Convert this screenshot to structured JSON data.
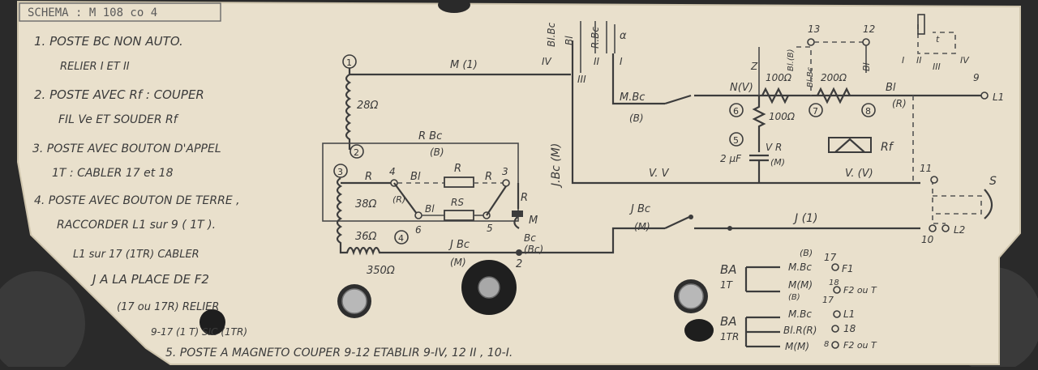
{
  "header": "SCHEMA : M 108 co 4",
  "notes": [
    {
      "line": "1. POSTE BC NON AUTO.",
      "sub": [
        "RELIER I ET II"
      ]
    },
    {
      "line": "2. POSTE AVEC Rf : COUPER",
      "sub": [
        "FIL Ve ET SOUDER Rf"
      ]
    },
    {
      "line": "3. POSTE AVEC BOUTON D'APPEL",
      "sub": [
        "1T : CABLER 17 et 18"
      ]
    },
    {
      "line": "4. POSTE AVEC BOUTON DE TERRE ,",
      "sub": [
        "RACCORDER L1 sur 9 ( 1T ).",
        "L1 sur 17 (1TR) CABLER",
        "J A LA PLACE DE F2",
        "(17 ou 17R) RELIER",
        "9-17 (1 T) SIC (1TR)"
      ]
    },
    {
      "line": "5. POSTE A MAGNETO COUPER 9-12 ETABLIR 9-IV, 12 II , 10-I."
    }
  ],
  "colors": {
    "paper": "#e9e0cc",
    "ink": "#3c3c3c",
    "frame": "#2a2a2a",
    "knob": "#b8b8b8"
  },
  "labels": {
    "n1": "1",
    "n2": "2",
    "n3": "3",
    "n4": "4",
    "n5": "5",
    "n6": "6",
    "n7": "7",
    "n8": "8",
    "m1": "M (1)",
    "r28": "28Ω",
    "r38": "38Ω",
    "r36": "36Ω",
    "r350": "350Ω",
    "rbc": "R Bc",
    "b_paren": "(B)",
    "r_a": "R",
    "r_b": "R",
    "r_c": "R",
    "r_d": "R",
    "pt4": "4",
    "pt6": "6",
    "pt5": "5",
    "pt3": "3",
    "bl1": "Bl",
    "bl2": "Bl",
    "rs": "RS",
    "ir": "(R)",
    "jbc_m": "J.Bc (M)",
    "jbc_low": "J Bc",
    "m_low": "(M)",
    "bc_low": "Bc",
    "bc2": "(Bc)",
    "m_lbl": "M",
    "iv": "IV",
    "iii": "III",
    "ii": "II",
    "i": "I",
    "alpha": "α",
    "blbc": "Bl.Bc",
    "bl_top": "Bl",
    "rbc_top": "R.Bc",
    "mbc": "M.Bc",
    "b_mbc": "(B)",
    "z": "Z",
    "nv": "N(V)",
    "r100a": "100Ω",
    "r200": "200Ω",
    "r100b": "100Ω",
    "bl3": "Bl",
    "r_paren": "(R)",
    "n9": "9",
    "l1": "L1",
    "n13": "13",
    "n12": "12",
    "blb": "Bl.(B)",
    "blbc2": "Bl.Bc",
    "blr": "Bl",
    "vr": "V R",
    "m_paren2": "(M)",
    "cap": "2 μF",
    "rf": "Rf",
    "vv": "V. V",
    "vv2": "V. (V)",
    "n11": "11",
    "s": "S",
    "jbc_r": "J Bc",
    "m_r": "(M)",
    "j1": "J (1)",
    "n10": "10",
    "l2": "L2",
    "ba1": "BA",
    "t1": "1T",
    "ba2": "BA",
    "t2": "1TR",
    "b17": "(B)",
    "n17a": "17",
    "mbc2": "M.Bc",
    "f1": "F1",
    "mm1": "M(M)",
    "n18a": "18",
    "f2a": "F2 ou T",
    "b17b": "(B)",
    "n17b": "17",
    "mbc3": "M.Bc",
    "l1b": "L1",
    "blrr": "Bl.R(R)",
    "n18b": "18",
    "mm2": "M(M)",
    "n8b": "8",
    "f2b": "F2 ou T",
    "i_": "I",
    "ii_": "II",
    "iii_": "III",
    "iv_": "IV",
    "t_sw": "t"
  }
}
